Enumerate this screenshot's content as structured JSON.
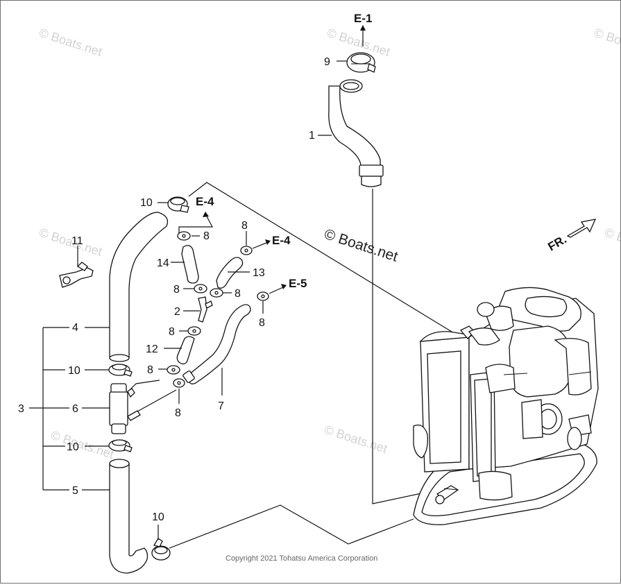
{
  "watermarks": [
    "© Boats.net",
    "© Boats.net",
    "© Boats.net",
    "© Boats.net",
    "© Boats.net",
    "© Boats.net",
    "© Boats.net"
  ],
  "brand_label": "© Boats.net",
  "copyright": "Copyright 2021 Tohatsu America Corporation",
  "direction_label": "FR.",
  "refs": {
    "e1": "E-1",
    "e4_top": "E-4",
    "e4_mid": "E-4",
    "e5": "E-5"
  },
  "callouts": {
    "c1": "1",
    "c2": "2",
    "c3": "3",
    "c4": "4",
    "c5": "5",
    "c6": "6",
    "c7": "7",
    "c8a": "8",
    "c8b": "8",
    "c8c": "8",
    "c8d": "8",
    "c8e": "8",
    "c8f": "8",
    "c8g": "8",
    "c8h": "8",
    "c9": "9",
    "c10a": "10",
    "c10b": "10",
    "c10c": "10",
    "c10d": "10",
    "c11": "11",
    "c12": "12",
    "c13": "13",
    "c14": "14"
  },
  "colors": {
    "line": "#111111",
    "watermark": "#d2d2d2",
    "background": "#ffffff"
  }
}
